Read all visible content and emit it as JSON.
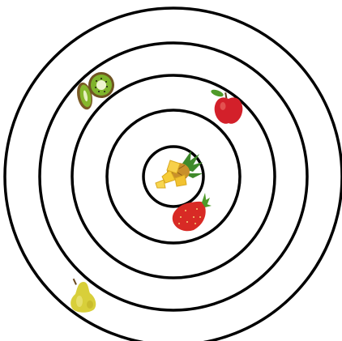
{
  "rings": {
    "count": 5,
    "stroke_color": "#000000",
    "background": "#ffffff"
  },
  "fruits": [
    {
      "name": "kiwi-icon",
      "ring": 4
    },
    {
      "name": "apple-icon",
      "ring": 3
    },
    {
      "name": "pineapple-icon",
      "ring": 1
    },
    {
      "name": "strawberry-icon",
      "ring": 2
    },
    {
      "name": "pear-icon",
      "ring": 5
    }
  ],
  "colors": {
    "apple_red": "#d6242b",
    "leaf_green": "#4f9a2a",
    "pineapple_yellow": "#f2c230",
    "strawberry_red": "#d82a25",
    "pear_yellow": "#d8cf3a",
    "kiwi_skin": "#8b6a2f",
    "kiwi_flesh": "#7fb42c"
  }
}
